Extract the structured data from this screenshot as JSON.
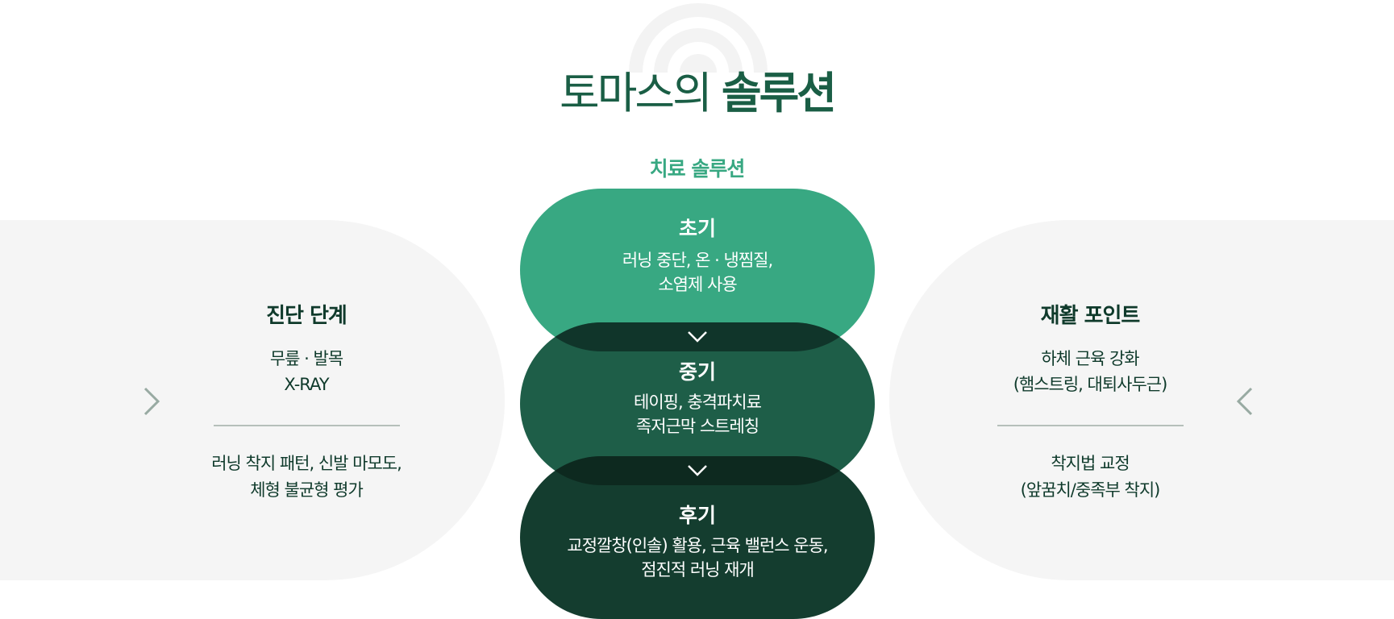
{
  "header": {
    "title_light": "토마스의",
    "title_bold": "솔루션",
    "subtitle": "치료 솔루션"
  },
  "left_panel": {
    "title": "진단 단계",
    "line1": "무릎 · 발목",
    "line2": "X-RAY",
    "line3": "러닝 착지 패턴, 신발 마모도,",
    "line4": "체형 불균형 평가"
  },
  "right_panel": {
    "title": "재활 포인트",
    "line1": "하체 근육 강화",
    "line2": "(햄스트링, 대퇴사두근)",
    "line3": "착지법 교정",
    "line4": "(앞꿈치/중족부 착지)"
  },
  "stages": [
    {
      "title": "초기",
      "line1": "러닝 중단, 온 · 냉찜질,",
      "line2": "소염제 사용"
    },
    {
      "title": "중기",
      "line1": "테이핑, 충격파치료",
      "line2": "족저근막 스트레칭"
    },
    {
      "title": "후기",
      "line1": "교정깔창(인솔) 활용, 근육 밸런스 운동,",
      "line2": "점진적 러닝 재개"
    }
  ],
  "colors": {
    "early": "#38a882",
    "mid": "#1e5e48",
    "late": "#143d2f",
    "overlap1": "#10352a",
    "overlap2": "#0d291f",
    "accent": "#1a5e45"
  },
  "icons": {
    "left": "chevron-right-icon",
    "right": "chevron-left-icon",
    "step": "chevron-down-icon"
  }
}
